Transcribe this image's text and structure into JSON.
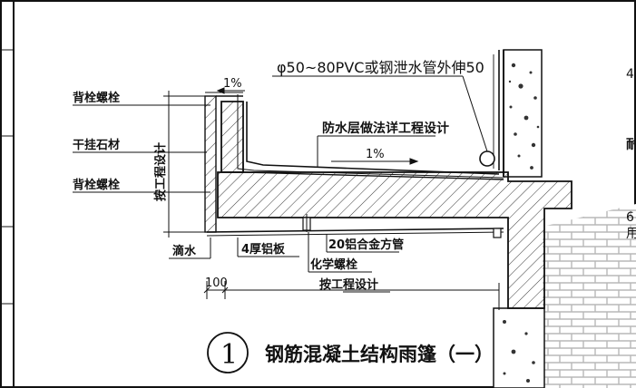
{
  "labels": {
    "pipe_note": "φ50~80PVC或钢泄水管外伸50",
    "waterproof_note": "防水层做法详工程设计",
    "slope_top": "1%",
    "slope_inner": "1%",
    "anchor_bolt_top": "背栓螺栓",
    "dry_hang_stone": "干挂石材",
    "anchor_bolt_bottom": "背栓螺栓",
    "per_design_vertical": "按工程设计",
    "drip": "滴水",
    "aluminum_plate": "4厚铝板",
    "alloy_tube": "20铝合金方管",
    "chemical_bolt": "化学螺栓",
    "dim_100": "100",
    "per_design_bottom": "按工程设计",
    "title_number": "1",
    "title_text": "钢筋混凝土结构雨篷（一）",
    "edge_top": "4",
    "edge_mid": "耐",
    "edge_low_1": "6",
    "edge_low_2": "用"
  }
}
